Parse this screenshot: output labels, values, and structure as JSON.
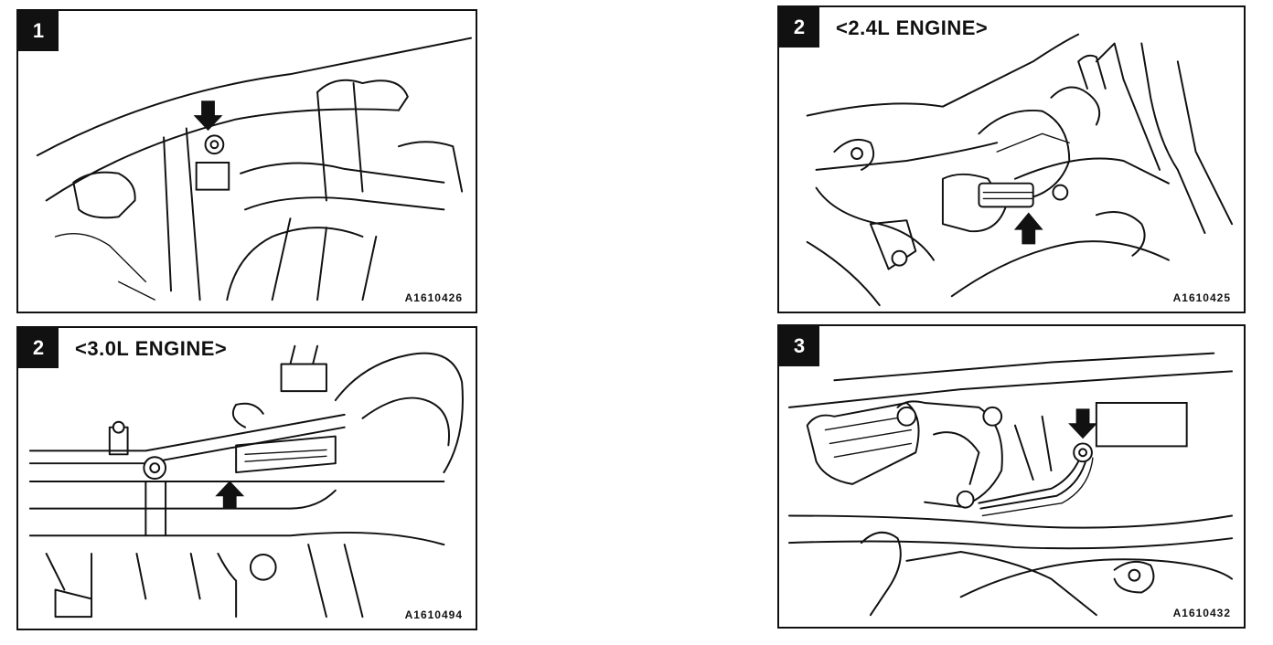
{
  "panels": [
    {
      "step": "1",
      "engine_label": "",
      "figure_code": "A1610426"
    },
    {
      "step": "2",
      "engine_label": "<2.4L ENGINE>",
      "figure_code": "A1610425"
    },
    {
      "step": "2",
      "engine_label": "<3.0L ENGINE>",
      "figure_code": "A1610494"
    },
    {
      "step": "3",
      "engine_label": "",
      "figure_code": "A1610432"
    }
  ],
  "colors": {
    "ink": "#111111",
    "paper": "#ffffff"
  },
  "icons": [
    "down-arrow-icon",
    "up-arrow-icon"
  ]
}
